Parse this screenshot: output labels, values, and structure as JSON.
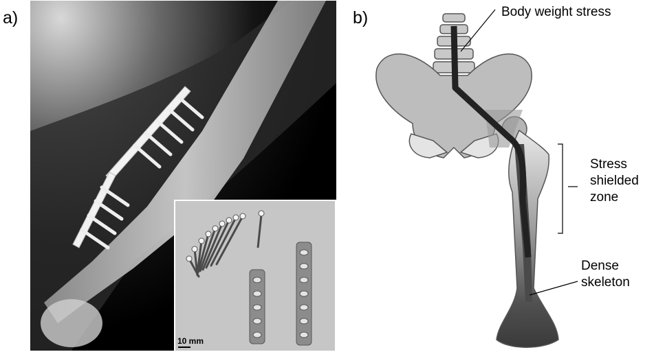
{
  "panel_a": {
    "label": "a)",
    "inset": {
      "scale_label": "10 mm"
    }
  },
  "panel_b": {
    "label": "b)",
    "annotations": {
      "body_weight": "Body weight stress",
      "stress_zone": [
        "Stress",
        "shielded",
        "zone"
      ],
      "dense": [
        "Dense",
        "skeleton"
      ]
    }
  }
}
